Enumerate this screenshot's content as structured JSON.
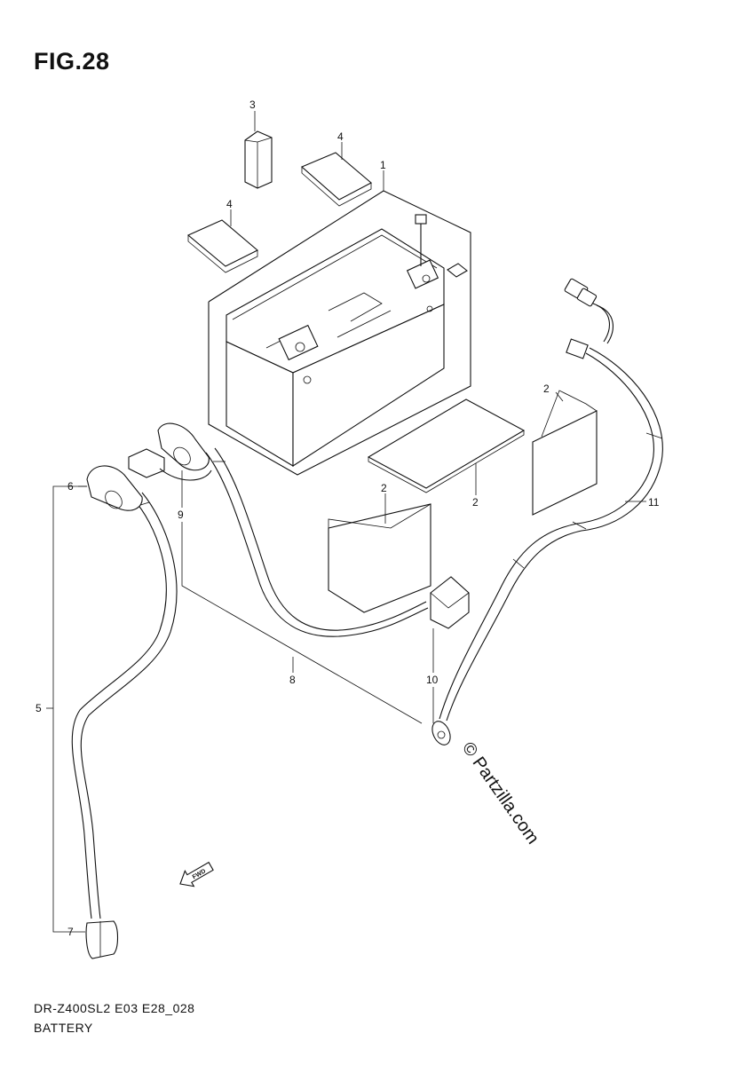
{
  "figure": {
    "title": "FIG.28"
  },
  "callouts": [
    {
      "id": "c3",
      "label": "3"
    },
    {
      "id": "c4a",
      "label": "4"
    },
    {
      "id": "c1",
      "label": "1"
    },
    {
      "id": "c4b",
      "label": "4"
    },
    {
      "id": "c2a",
      "label": "2"
    },
    {
      "id": "c2b",
      "label": "2"
    },
    {
      "id": "c2c",
      "label": "2"
    },
    {
      "id": "c11",
      "label": "11"
    },
    {
      "id": "c6",
      "label": "6"
    },
    {
      "id": "c9",
      "label": "9"
    },
    {
      "id": "c5",
      "label": "5"
    },
    {
      "id": "c8",
      "label": "8"
    },
    {
      "id": "c10",
      "label": "10"
    },
    {
      "id": "c7",
      "label": "7"
    }
  ],
  "fwd_arrow": {
    "label": "FWD"
  },
  "watermark": {
    "text": "© Partzilla.com"
  },
  "footer": {
    "model_code": "DR-Z400SL2 E03 E28_028",
    "section_name": "BATTERY"
  }
}
